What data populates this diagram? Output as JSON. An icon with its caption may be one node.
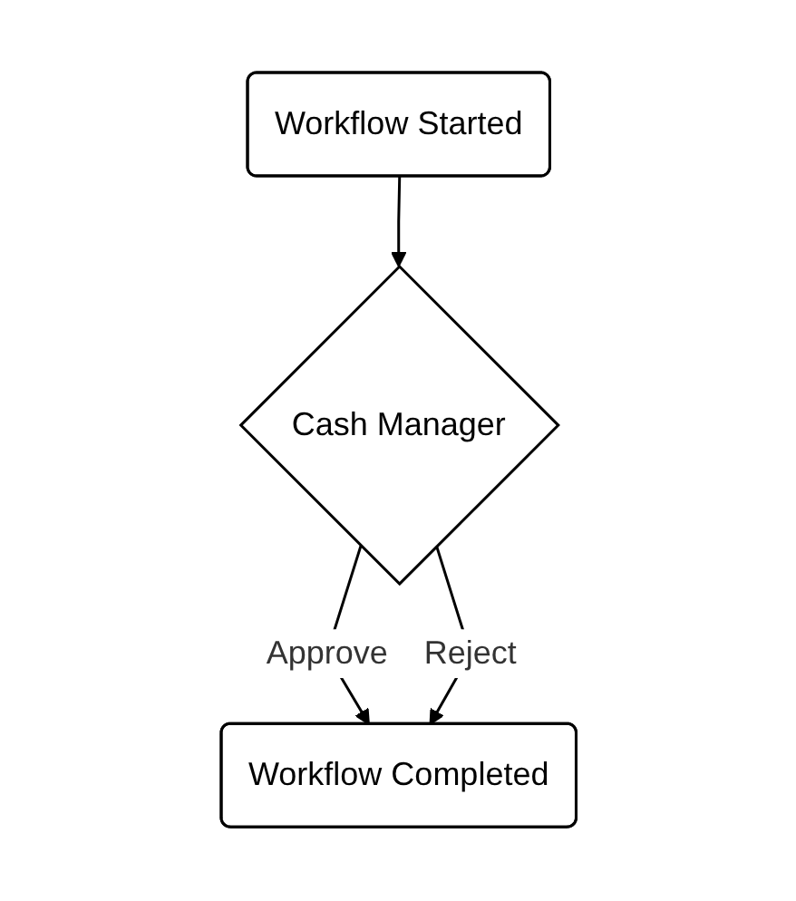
{
  "diagram": {
    "nodes": [
      {
        "text": [
          "Workflow Started"
        ]
      },
      {
        "text": [
          "Cash Manager"
        ]
      },
      {
        "text": [
          "Workflow Completed"
        ]
      }
    ],
    "edges": [
      {
        "from": 0,
        "to": 1,
        "arrow": "to"
      },
      {
        "from": 1,
        "to": 2,
        "arrow": "to",
        "label": "Approve"
      },
      {
        "from": 1,
        "to": 2,
        "arrow": "to",
        "label": "Reject"
      }
    ]
  }
}
